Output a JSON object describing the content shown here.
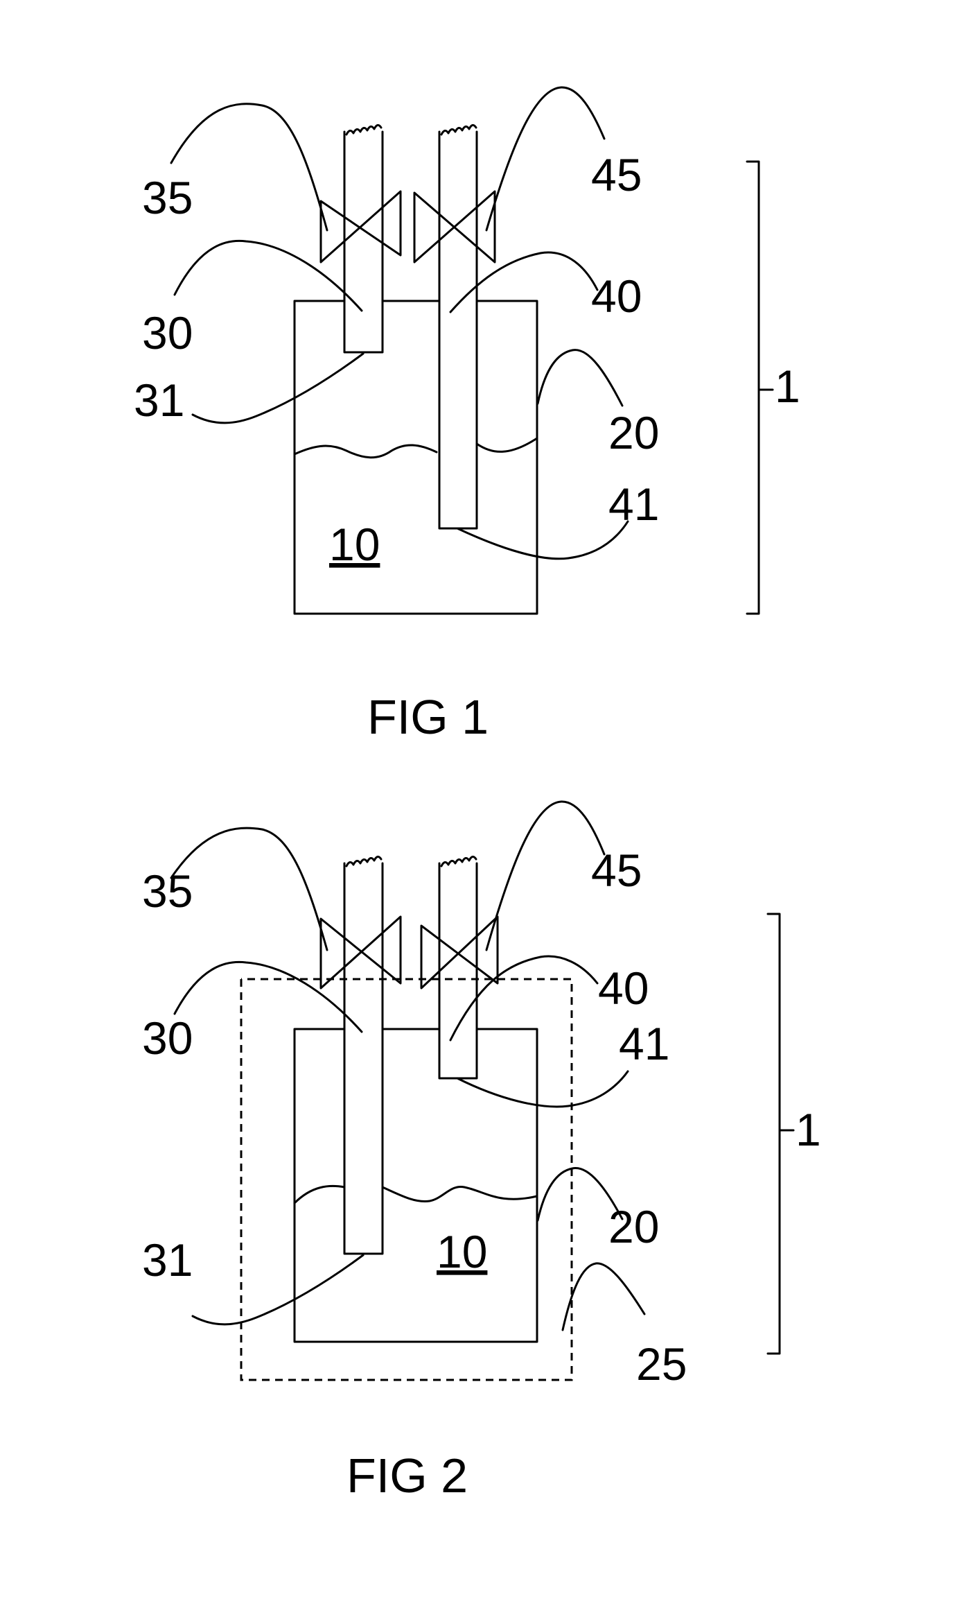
{
  "figures": [
    {
      "caption": "FIG 1",
      "labels": {
        "valve_inlet": "35",
        "inlet_tube": "30",
        "inlet_tube_end": "31",
        "valve_outlet": "45",
        "outlet_tube": "40",
        "outlet_tube_end": "41",
        "container": "20",
        "liquid": "10",
        "assembly": "1"
      }
    },
    {
      "caption": "FIG 2",
      "labels": {
        "valve_inlet": "35",
        "inlet_tube": "30",
        "inlet_tube_end": "31",
        "valve_outlet": "45",
        "outlet_tube": "40",
        "outlet_tube_end": "41",
        "container": "20",
        "liquid": "10",
        "enclosure": "25",
        "assembly": "1"
      }
    }
  ]
}
